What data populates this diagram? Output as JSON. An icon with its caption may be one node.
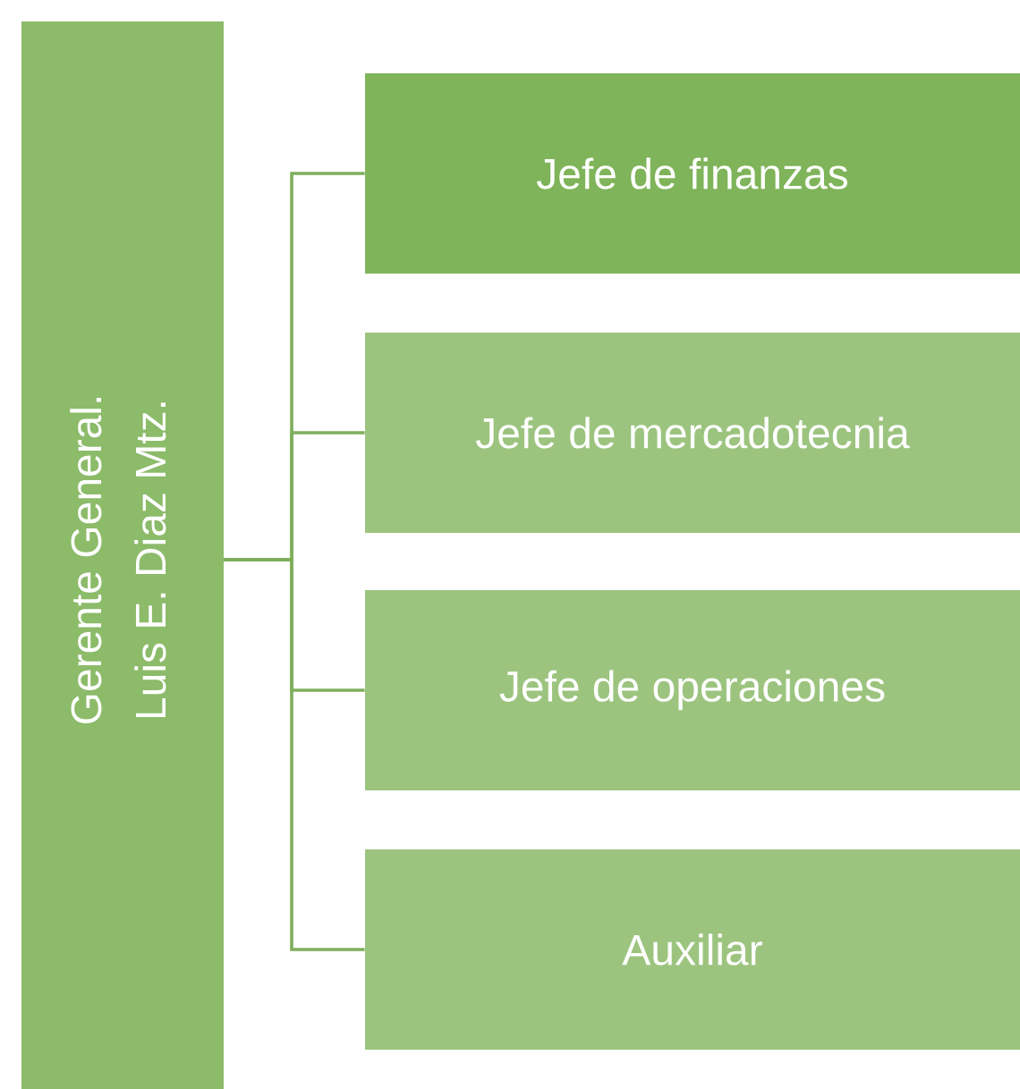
{
  "diagram": {
    "nodes": [
      {
        "text": [
          "Gerente General.",
          "Luis E. Diaz Mtz."
        ]
      },
      {
        "text": [
          "Jefe de finanzas"
        ]
      },
      {
        "text": [
          "Jefe de mercadotecnia"
        ]
      },
      {
        "text": [
          "Jefe de operaciones"
        ]
      },
      {
        "text": [
          "Auxiliar"
        ]
      }
    ],
    "edges": [
      {
        "from": 0,
        "to": 1,
        "arrow": "none"
      },
      {
        "from": 0,
        "to": 2,
        "arrow": "none"
      },
      {
        "from": 0,
        "to": 3,
        "arrow": "none"
      },
      {
        "from": 0,
        "to": 4,
        "arrow": "none"
      }
    ]
  }
}
